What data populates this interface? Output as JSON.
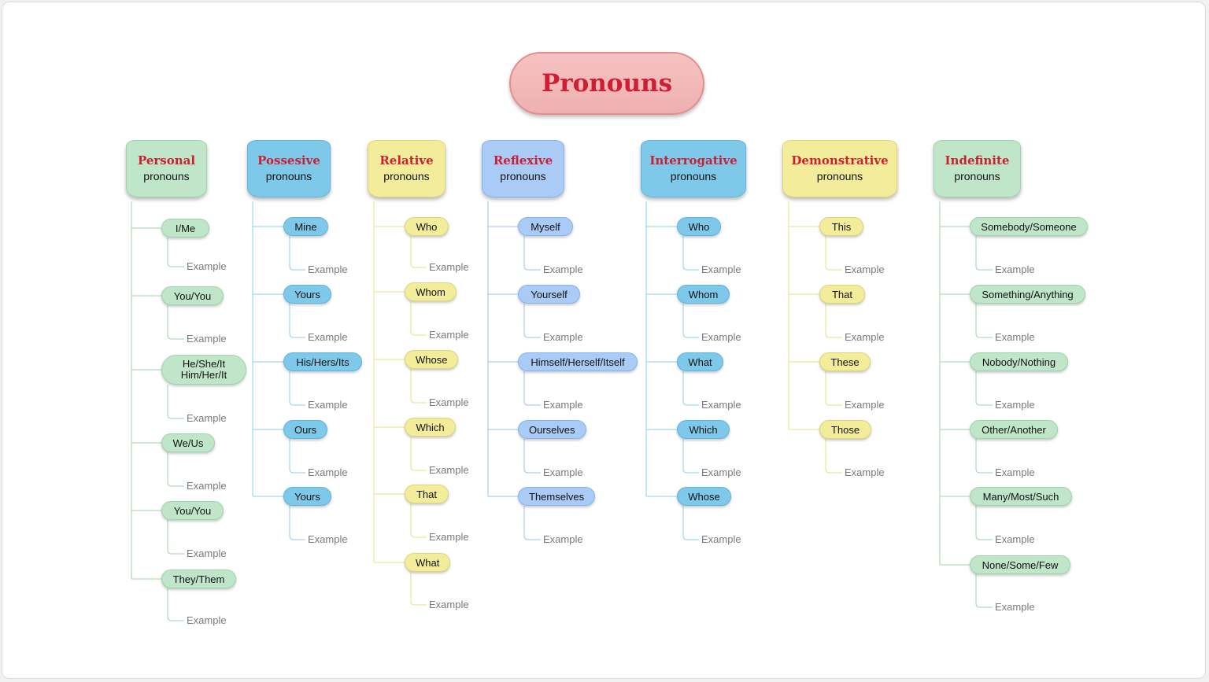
{
  "title": "Pronouns",
  "categories": [
    {
      "name": "Personal",
      "sub": "pronouns",
      "fill": "#bfe6c8",
      "border": "#9fd3ab",
      "line": "#9fd3ab",
      "items": [
        [
          "I/Me"
        ],
        [
          "You/You"
        ],
        [
          "He/She/It",
          "Him/Her/It"
        ],
        [
          "We/Us"
        ],
        [
          "You/You"
        ],
        [
          "They/Them"
        ]
      ],
      "example": "Example"
    },
    {
      "name": "Possesive",
      "sub": "pronouns",
      "fill": "#7ec8ea",
      "border": "#5fb4dd",
      "line": "#8ccfee",
      "items": [
        [
          "Mine"
        ],
        [
          "Yours"
        ],
        [
          "His/Hers/Its"
        ],
        [
          "Ours"
        ],
        [
          "Yours"
        ]
      ],
      "example": "Example"
    },
    {
      "name": "Relative",
      "sub": "pronouns",
      "fill": "#f3ec9a",
      "border": "#ddd575",
      "line": "#e8e08a",
      "items": [
        [
          "Who"
        ],
        [
          "Whom"
        ],
        [
          "Whose"
        ],
        [
          "Which"
        ],
        [
          "That"
        ],
        [
          "What"
        ]
      ],
      "example": "Example"
    },
    {
      "name": "Reflexive",
      "sub": "pronouns",
      "fill": "#a9cbf5",
      "border": "#86b4ee",
      "line": "#9dc1f0",
      "items": [
        [
          "Myself"
        ],
        [
          "Yourself"
        ],
        [
          "Himself/Herself/Itself"
        ],
        [
          "Ourselves"
        ],
        [
          "Themselves"
        ]
      ],
      "example": "Example"
    },
    {
      "name": "Interrogative",
      "sub": "pronouns",
      "fill": "#7ec8ea",
      "border": "#5fb4dd",
      "line": "#8ccfee",
      "items": [
        [
          "Who"
        ],
        [
          "Whom"
        ],
        [
          "What"
        ],
        [
          "Which"
        ],
        [
          "Whose"
        ]
      ],
      "example": "Example"
    },
    {
      "name": "Demonstrative",
      "sub": "pronouns",
      "fill": "#f3ec9a",
      "border": "#ddd575",
      "line": "#e8e08a",
      "items": [
        [
          "This"
        ],
        [
          "That"
        ],
        [
          "These"
        ],
        [
          "Those"
        ]
      ],
      "example": "Example"
    },
    {
      "name": "Indefinite",
      "sub": "pronouns",
      "fill": "#bfe6c8",
      "border": "#9fd3ab",
      "line": "#9fd3ab",
      "items": [
        [
          "Somebody/Someone"
        ],
        [
          "Something/Anything"
        ],
        [
          "Nobody/Nothing"
        ],
        [
          "Other/Another"
        ],
        [
          "Many/Most/Such"
        ],
        [
          "None/Some/Few"
        ]
      ],
      "example": "Example"
    }
  ]
}
